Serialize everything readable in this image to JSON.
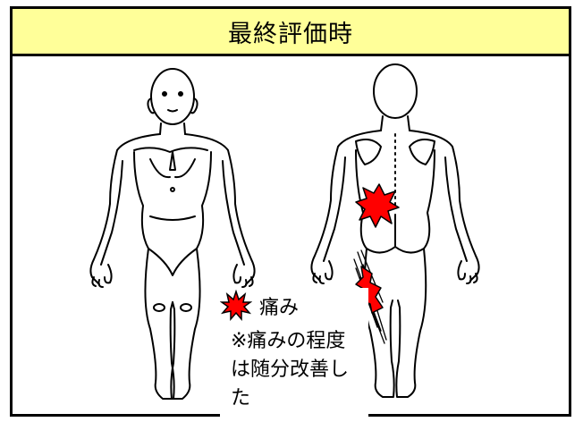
{
  "title": "最終評価時",
  "legend": {
    "label": "痛み",
    "icon": "pain-burst-icon",
    "color": "#ff0000"
  },
  "note": "※痛みの程度は随分改善した",
  "colors": {
    "header_bg": "#ffff99",
    "border": "#000000",
    "burst_fill": "#ff0000",
    "burst_stroke": "#000000"
  }
}
